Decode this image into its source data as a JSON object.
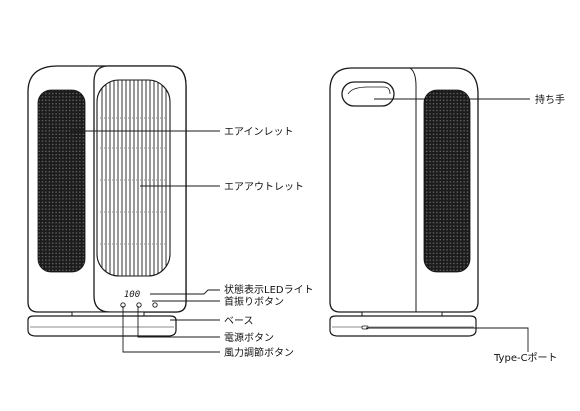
{
  "callouts": {
    "air_inlet": "エアインレット",
    "air_outlet": "エアアウトレット",
    "status_led": "状態表示LEDライト",
    "swing_button": "首振りボタン",
    "base": "ベース",
    "power_button": "電源ボタン",
    "fan_speed_button": "風力調節ボタン",
    "handle": "持ち手",
    "usb_port": "Type-Cポート"
  },
  "display": {
    "led_readout": "100"
  },
  "colors": {
    "line": "#1a1a1a",
    "mesh": "#1c1c1c",
    "background": "#ffffff"
  }
}
